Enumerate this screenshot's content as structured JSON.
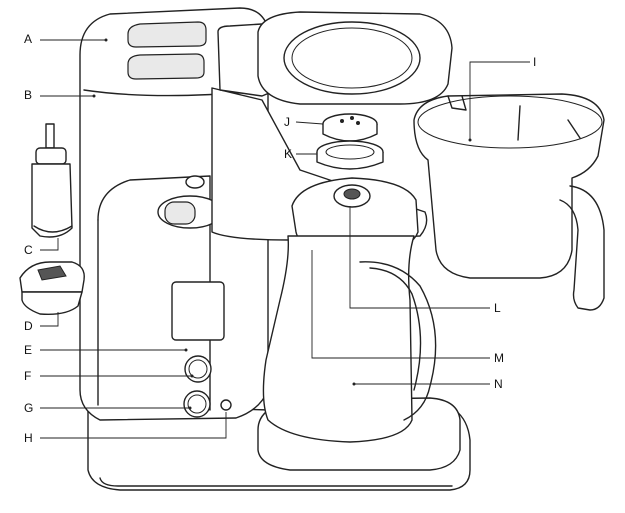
{
  "labels": {
    "A": "A",
    "B": "B",
    "C": "C",
    "D": "D",
    "E": "E",
    "F": "F",
    "G": "G",
    "H": "H",
    "I": "I",
    "J": "J",
    "K": "K",
    "L": "L",
    "M": "M",
    "N": "N"
  }
}
